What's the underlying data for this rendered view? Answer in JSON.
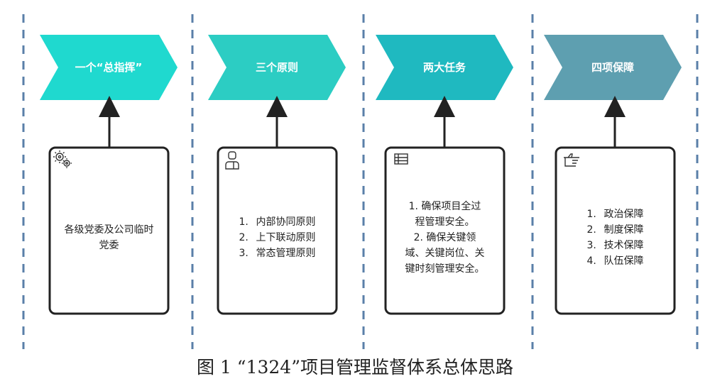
{
  "caption": "图 1 “1324”项目管理监督体系总体思路",
  "columns": [
    {
      "header": "一个“总指挥”",
      "color": "#1fd9cf",
      "icon": "gears-icon",
      "body": "各级党委及公司临时党委"
    },
    {
      "header": "三个原则",
      "color": "#2ccdc3",
      "icon": "person-icon",
      "items": [
        "内部协同原则",
        "上下联动原则",
        "常态管理原则"
      ]
    },
    {
      "header": "两大任务",
      "color": "#1fb9c0",
      "icon": "list-icon",
      "lines": [
        "1. 确保项目全过",
        "程管理安全。",
        "2. 确保关键领",
        "域、关键岗位、关",
        "键时刻管理安全。"
      ]
    },
    {
      "header": "四项保障",
      "color": "#5e9fb0",
      "icon": "pointing-hand-icon",
      "items": [
        "政治保障",
        "制度保障",
        "技术保障",
        "队伍保障"
      ]
    }
  ],
  "colors": {
    "divider": "#5a7fa8",
    "card_border": "#222222",
    "arrow": "#222222"
  }
}
